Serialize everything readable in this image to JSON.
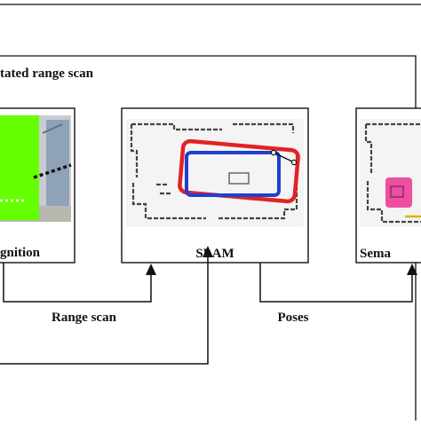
{
  "outer_label": "tated range scan",
  "modules": {
    "recognition": {
      "label": "gnition"
    },
    "slam": {
      "label": "SLAM"
    },
    "semantic": {
      "label": "Sema"
    }
  },
  "edges": {
    "range_scan": "Range scan",
    "poses": "Poses"
  },
  "colors": {
    "stroke": "#111111",
    "green_region": "#66ff00",
    "loop_red": "#e32222",
    "loop_blue": "#1f3fd0",
    "object_pink": "#ee4fa0"
  }
}
